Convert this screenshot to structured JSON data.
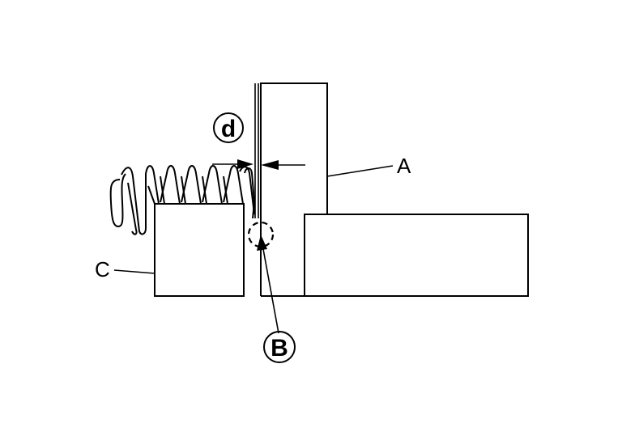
{
  "labels": {
    "a": "A",
    "b": "B",
    "c": "C",
    "d": "d"
  },
  "colors": {
    "line": "#000000",
    "background": "#ffffff"
  }
}
